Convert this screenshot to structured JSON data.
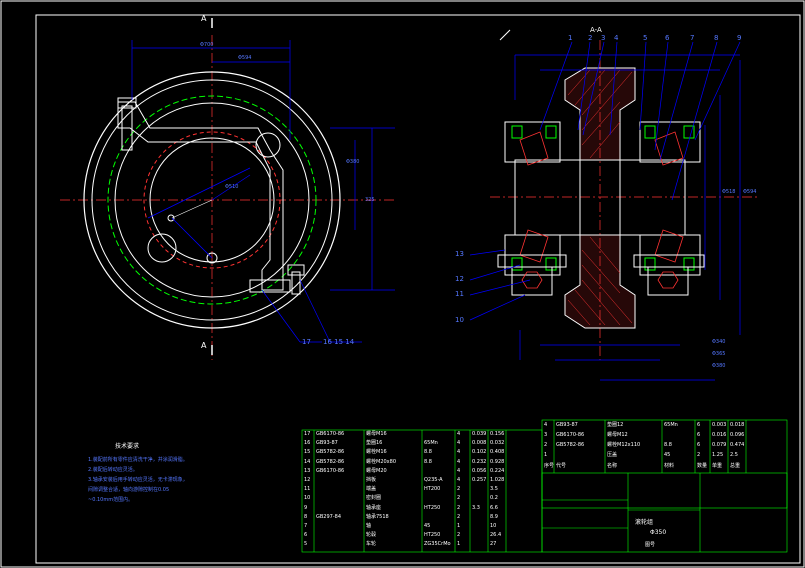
{
  "view_labels": {
    "section_top_a": "A",
    "section_bottom_a": "A",
    "section_title": "A-A"
  },
  "left_dims": {
    "d1": "Φ700",
    "d2": "Φ594",
    "d3": "Φ510",
    "d4": "Φ380",
    "d5": "325"
  },
  "left_callouts": [
    "17",
    "16  15  14"
  ],
  "right_callouts_top": [
    "1",
    "2",
    "3",
    "4",
    "5",
    "6",
    "7",
    "8",
    "9"
  ],
  "right_callouts_left": [
    "13",
    "12",
    "11",
    "10"
  ],
  "right_dims": {
    "v1": "Φ340",
    "v2": "Φ365",
    "v3": "Φ380",
    "v4": "Φ518",
    "v5": "Φ594"
  },
  "tech_notes": {
    "title": "技术要求",
    "lines": [
      "1.装配前所有零件应清洗干净，并涂润滑脂。",
      "2.装配后转动应灵活。",
      "3.轴承安装后用手转动应灵活，无卡滞现象，",
      "  间隙调整合适，轴向游隙控制在0.05",
      "  ~0.10mm范围内。"
    ]
  },
  "parts_table_left": [
    [
      "17",
      "GB6170-86",
      "螺母M16",
      "",
      "4",
      "0.039",
      "0.156"
    ],
    [
      "16",
      "GB93-87",
      "垫圈16",
      "65Mn",
      "4",
      "0.008",
      "0.032"
    ],
    [
      "15",
      "GB5782-86",
      "螺栓M16",
      "8.8",
      "4",
      "0.102",
      "0.408"
    ],
    [
      "14",
      "GB5782-86",
      "螺栓M20x80",
      "8.8",
      "4",
      "0.232",
      "0.928"
    ],
    [
      "13",
      "GB6170-86",
      "螺母M20",
      "",
      "4",
      "0.056",
      "0.224"
    ],
    [
      "12",
      "",
      "挡板",
      "Q235-A",
      "4",
      "0.257",
      "1.028"
    ],
    [
      "11",
      "",
      "端盖",
      "HT200",
      "2",
      "",
      "3.5"
    ],
    [
      "10",
      "",
      "密封圈",
      "",
      "2",
      "",
      "0.2"
    ],
    [
      "9",
      "",
      "轴承座",
      "HT250",
      "2",
      "3.3",
      "6.6"
    ],
    [
      "8",
      "GB297-84",
      "轴承7518",
      "",
      "2",
      "",
      "8.9"
    ],
    [
      "7",
      "",
      "轴",
      "45",
      "1",
      "",
      "10"
    ],
    [
      "6",
      "",
      "轮毂",
      "HT250",
      "2",
      "",
      "26.4"
    ],
    [
      "5",
      "",
      "车轮",
      "ZG35CrMo",
      "1",
      "",
      "27"
    ]
  ],
  "parts_table_right": [
    [
      "4",
      "GB93-87",
      "垫圈12",
      "65Mn",
      "6",
      "0.003",
      "0.018"
    ],
    [
      "3",
      "GB6170-86",
      "螺母M12",
      "",
      "6",
      "0.016",
      "0.096"
    ],
    [
      "2",
      "GB5782-86",
      "螺栓M12x110",
      "8.8",
      "6",
      "0.079",
      "0.474"
    ],
    [
      "1",
      "",
      "压盖",
      "45",
      "2",
      "1.25",
      "2.5"
    ]
  ],
  "header_row": [
    "序号",
    "代号",
    "名称",
    "材料",
    "数量",
    "单重",
    "总重"
  ],
  "title_block": {
    "name": "滚轮组",
    "code": "Φ350",
    "company": "图号"
  }
}
